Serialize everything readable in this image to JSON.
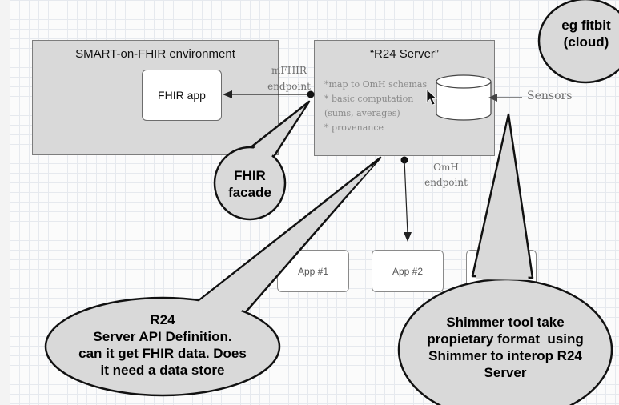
{
  "smart_env": {
    "title": "SMART-on-FHIR environment",
    "app_label": "FHIR app"
  },
  "mfhir_endpoint": [
    "mFHIR",
    "endpoint"
  ],
  "r24_server": {
    "title": "“R24 Server”",
    "notes": [
      "*map to OmH schemas",
      "* basic computation",
      "(sums, averages)",
      "* provenance"
    ]
  },
  "sensors_label": "Sensors",
  "omh_endpoint": [
    "OmH",
    "endpoint"
  ],
  "apps": [
    "App #1",
    "App #2"
  ],
  "bubbles": {
    "fitbit": [
      "eg fitbit",
      "(cloud)"
    ],
    "fhir_facade": [
      "FHIR",
      "facade"
    ],
    "r24_api": [
      "R24",
      "Server API Definition.",
      "can it get FHIR data. Does",
      "it need a data store"
    ],
    "shimmer": [
      "Shimmer tool take",
      "propietary format  using",
      "Shimmer to interop R24",
      "Server"
    ]
  }
}
